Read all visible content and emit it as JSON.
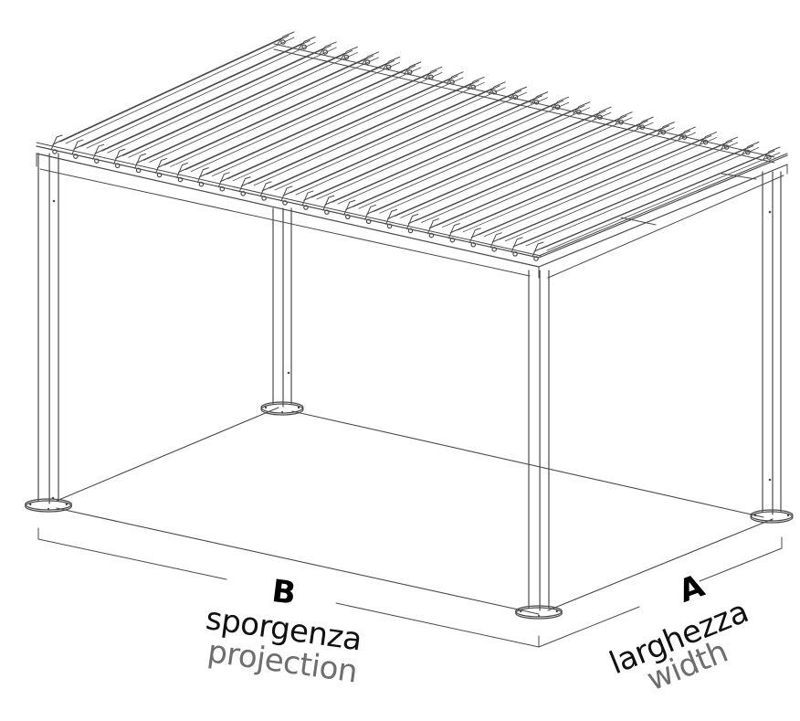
{
  "diagram": {
    "subject": "louvered pergola line drawing",
    "line_color": "#4a4a4a",
    "slat_count": 24
  },
  "dimension_b": {
    "letter": "B",
    "label_it": "sporgenza",
    "label_en": "projection"
  },
  "dimension_a": {
    "letter": "A",
    "label_it": "larghezza",
    "label_en": "width"
  },
  "colors": {
    "primary_text": "#111111",
    "secondary_text": "#6e6e6e",
    "line": "#4a4a4a"
  }
}
